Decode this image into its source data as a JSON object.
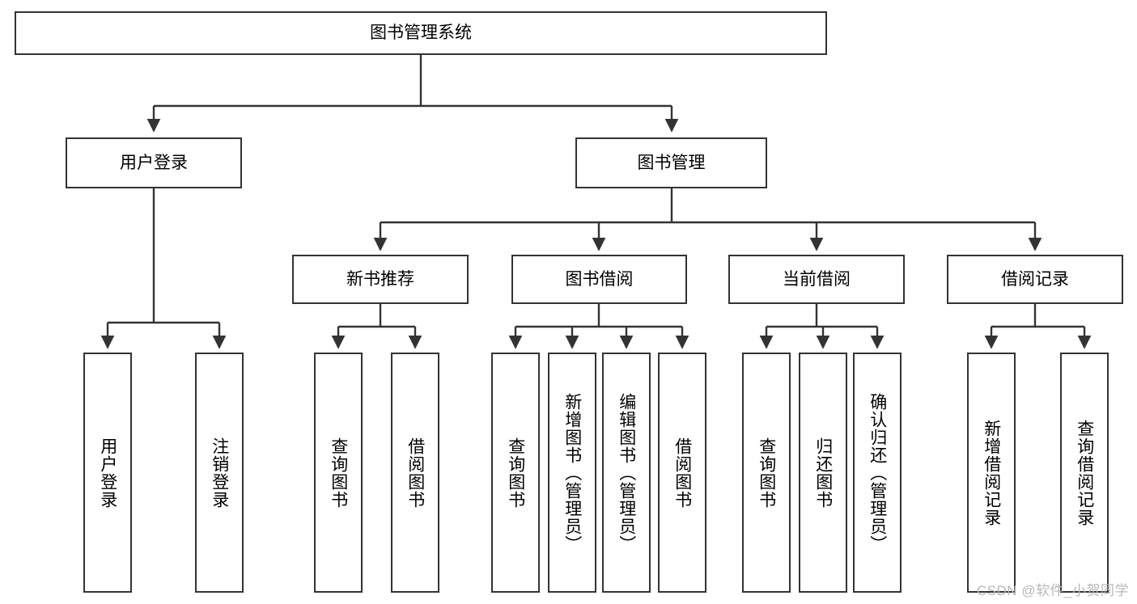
{
  "diagram": {
    "type": "tree-hierarchy",
    "title": "图书管理系统",
    "root": {
      "label": "图书管理系统"
    },
    "level2": [
      {
        "label": "用户登录"
      },
      {
        "label": "图书管理"
      }
    ],
    "level3": [
      {
        "label": "新书推荐"
      },
      {
        "label": "图书借阅"
      },
      {
        "label": "当前借阅"
      },
      {
        "label": "借阅记录"
      }
    ],
    "leaves": {
      "user_login": [
        {
          "label": "用户登录"
        },
        {
          "label": "注销登录"
        }
      ],
      "new_book_recommend": [
        {
          "label": "查询图书"
        },
        {
          "label": "借阅图书"
        }
      ],
      "book_borrow": [
        {
          "label": "查询图书"
        },
        {
          "label": "新增图书（管理员）"
        },
        {
          "label": "编辑图书（管理员）"
        },
        {
          "label": "借阅图书"
        }
      ],
      "current_borrow": [
        {
          "label": "查询图书"
        },
        {
          "label": "归还图书"
        },
        {
          "label": "确认归还（管理员）"
        }
      ],
      "borrow_record": [
        {
          "label": "新增借阅记录"
        },
        {
          "label": "查询借阅记录"
        }
      ]
    }
  },
  "watermark": {
    "text": "CSDN @软件_小贺同学"
  },
  "colors": {
    "stroke": "#333333",
    "fill": "#ffffff",
    "text": "#000000",
    "watermark": "#b7b7b7"
  }
}
